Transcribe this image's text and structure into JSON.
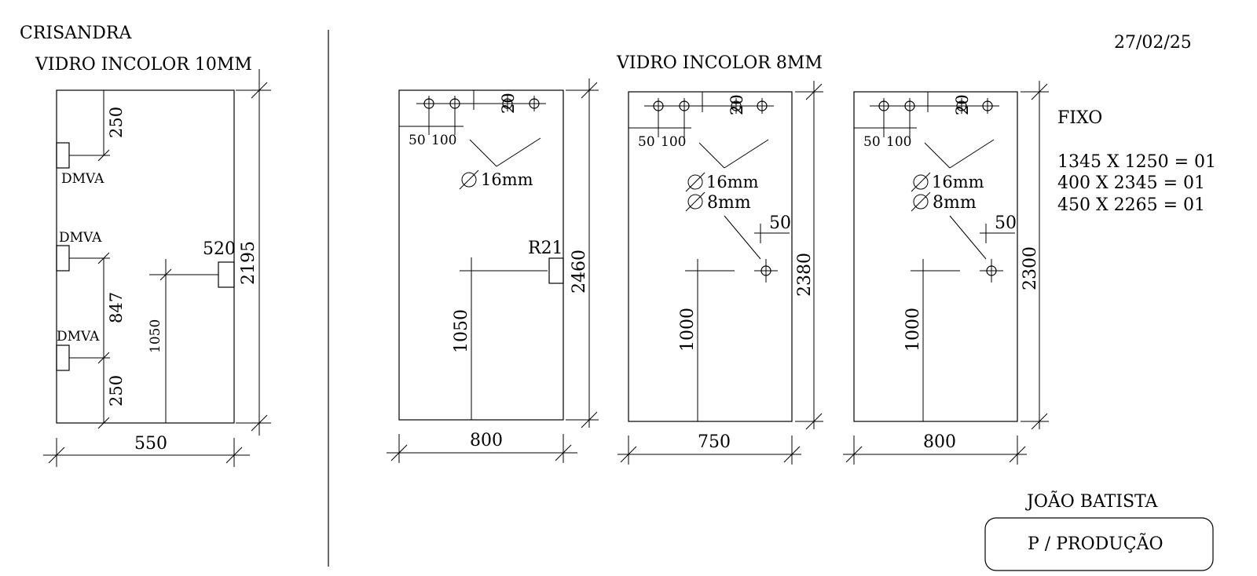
{
  "header": {
    "client": "CRISANDRA",
    "date": "27/02/25"
  },
  "glass_10mm": {
    "title": "VIDRO INCOLOR 10MM",
    "height": "2195",
    "width": "550",
    "dim_top": "250",
    "dim_mid": "847",
    "dim_bottom": "250",
    "dim_handle_height": "1050",
    "dim_handle_offset": "520",
    "hinge_label_1": "DMVA",
    "hinge_label_2": "DMVA",
    "hinge_label_3": "DMVA"
  },
  "glass_8mm": {
    "title": "VIDRO INCOLOR 8MM",
    "panels": [
      {
        "width": "800",
        "height": "2460",
        "hole_height": "1050",
        "dim_a": "50",
        "dim_b": "100",
        "dim_c": "20",
        "hole_1": "16mm",
        "notch": "R21"
      },
      {
        "width": "750",
        "height": "2380",
        "hole_height": "1000",
        "dim_a": "50",
        "dim_b": "100",
        "dim_c": "20",
        "hole_1": "16mm",
        "hole_2": "8mm",
        "hole_offset": "50"
      },
      {
        "width": "800",
        "height": "2300",
        "hole_height": "1000",
        "dim_a": "50",
        "dim_b": "100",
        "dim_c": "20",
        "hole_1": "16mm",
        "hole_2": "8mm",
        "hole_offset": "50"
      }
    ]
  },
  "fixo": {
    "title": "FIXO",
    "items": [
      "1345 X 1250 = 01",
      "400 X 2345 = 01",
      "450 X 2265 = 01"
    ]
  },
  "footer": {
    "name": "JOÃO BATISTA",
    "stamp": "P / PRODUÇÃO"
  }
}
